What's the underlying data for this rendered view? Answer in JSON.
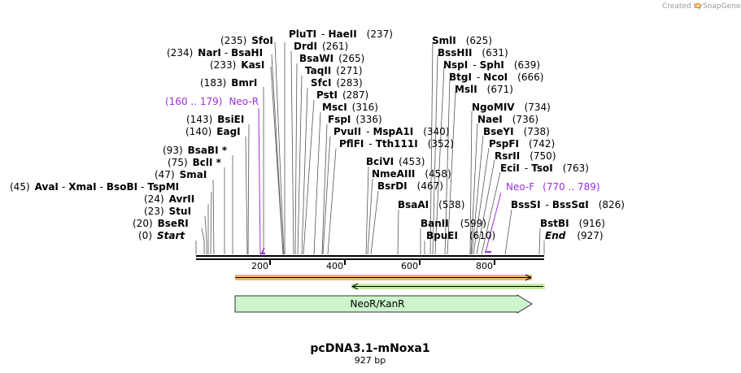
{
  "credit": {
    "text": "Created by",
    "brand": "SnapGene"
  },
  "map": {
    "name": "pcDNA3.1-mNoxa1",
    "length_label": "927 bp",
    "length": 927,
    "ticks": [
      "200",
      "400",
      "600",
      "800"
    ]
  },
  "sites": [
    {
      "pos": "(235)",
      "enzymes": [
        {
          "n": "SfoI"
        }
      ],
      "bp": 235
    },
    {
      "pos": "(234)",
      "enzymes": [
        {
          "n": "NarI"
        },
        {
          "n": "BsaHI"
        }
      ],
      "bp": 234
    },
    {
      "pos": "(233)",
      "enzymes": [
        {
          "n": "KasI"
        }
      ],
      "bp": 233
    },
    {
      "pos": "(183)",
      "enzymes": [
        {
          "n": "BmrI"
        }
      ],
      "bp": 183
    },
    {
      "pos": "(143)",
      "enzymes": [
        {
          "n": "BsiEI"
        }
      ],
      "bp": 143
    },
    {
      "pos": "(140)",
      "enzymes": [
        {
          "n": "EagI"
        }
      ],
      "bp": 140
    },
    {
      "pos": "(93)",
      "enzymes": [
        {
          "n": "BsaBI *"
        }
      ],
      "bp": 93
    },
    {
      "pos": "(75)",
      "enzymes": [
        {
          "n": "BclI *"
        }
      ],
      "bp": 75
    },
    {
      "pos": "(47)",
      "enzymes": [
        {
          "n": "SmaI"
        }
      ],
      "bp": 47
    },
    {
      "pos": "(45)",
      "enzymes": [
        {
          "n": "AvaI"
        },
        {
          "n": "XmaI"
        },
        {
          "n": "BsoBI"
        },
        {
          "n": "TspMI"
        }
      ],
      "bp": 45
    },
    {
      "pos": "(24)",
      "enzymes": [
        {
          "n": "AvrII"
        }
      ],
      "bp": 24
    },
    {
      "pos": "(23)",
      "enzymes": [
        {
          "n": "StuI"
        }
      ],
      "bp": 23
    },
    {
      "pos": "(20)",
      "enzymes": [
        {
          "n": "BseRI"
        }
      ],
      "bp": 20
    },
    {
      "pos": "(0)",
      "enzymes": [
        {
          "n": "Start",
          "italic": true
        }
      ],
      "bp": 0
    },
    {
      "pos": "(237)",
      "enzymes": [
        {
          "n": "PluTI"
        },
        {
          "n": "HaeII"
        }
      ],
      "bp": 237
    },
    {
      "pos": "(261)",
      "enzymes": [
        {
          "n": "DrdI"
        }
      ],
      "bp": 261
    },
    {
      "pos": "(265)",
      "enzymes": [
        {
          "n": "BsaWI"
        }
      ],
      "bp": 265
    },
    {
      "pos": "(271)",
      "enzymes": [
        {
          "n": "TaqII"
        }
      ],
      "bp": 271
    },
    {
      "pos": "(283)",
      "enzymes": [
        {
          "n": "SfcI"
        }
      ],
      "bp": 283
    },
    {
      "pos": "(287)",
      "enzymes": [
        {
          "n": "PstI"
        }
      ],
      "bp": 287
    },
    {
      "pos": "(316)",
      "enzymes": [
        {
          "n": "MscI"
        }
      ],
      "bp": 316
    },
    {
      "pos": "(336)",
      "enzymes": [
        {
          "n": "FspI"
        }
      ],
      "bp": 336
    },
    {
      "pos": "(340)",
      "enzymes": [
        {
          "n": "PvuII"
        },
        {
          "n": "MspA1I"
        }
      ],
      "bp": 340
    },
    {
      "pos": "(352)",
      "enzymes": [
        {
          "n": "PflFI"
        },
        {
          "n": "Tth111I"
        }
      ],
      "bp": 352
    },
    {
      "pos": "(453)",
      "enzymes": [
        {
          "n": "BciVI"
        }
      ],
      "bp": 453
    },
    {
      "pos": "(458)",
      "enzymes": [
        {
          "n": "NmeAIII"
        }
      ],
      "bp": 458
    },
    {
      "pos": "(467)",
      "enzymes": [
        {
          "n": "BsrDI"
        }
      ],
      "bp": 467
    },
    {
      "pos": "(538)",
      "enzymes": [
        {
          "n": "BsaAI"
        }
      ],
      "bp": 538
    },
    {
      "pos": "(599)",
      "enzymes": [
        {
          "n": "BanII"
        }
      ],
      "bp": 599
    },
    {
      "pos": "(610)",
      "enzymes": [
        {
          "n": "BpuEI"
        }
      ],
      "bp": 610
    },
    {
      "pos": "(625)",
      "enzymes": [
        {
          "n": "SmlI"
        }
      ],
      "bp": 625
    },
    {
      "pos": "(631)",
      "enzymes": [
        {
          "n": "BssHII"
        }
      ],
      "bp": 631
    },
    {
      "pos": "(639)",
      "enzymes": [
        {
          "n": "NspI"
        },
        {
          "n": "SphI"
        }
      ],
      "bp": 639
    },
    {
      "pos": "(666)",
      "enzymes": [
        {
          "n": "BtgI"
        },
        {
          "n": "NcoI"
        }
      ],
      "bp": 666
    },
    {
      "pos": "(671)",
      "enzymes": [
        {
          "n": "MslI"
        }
      ],
      "bp": 671
    },
    {
      "pos": "(734)",
      "enzymes": [
        {
          "n": "NgoMIV"
        }
      ],
      "bp": 734
    },
    {
      "pos": "(736)",
      "enzymes": [
        {
          "n": "NaeI"
        }
      ],
      "bp": 736
    },
    {
      "pos": "(738)",
      "enzymes": [
        {
          "n": "BseYI"
        }
      ],
      "bp": 738
    },
    {
      "pos": "(742)",
      "enzymes": [
        {
          "n": "PspFI"
        }
      ],
      "bp": 742
    },
    {
      "pos": "(750)",
      "enzymes": [
        {
          "n": "RsrII"
        }
      ],
      "bp": 750
    },
    {
      "pos": "(763)",
      "enzymes": [
        {
          "n": "EciI"
        },
        {
          "n": "TsoI"
        }
      ],
      "bp": 763
    },
    {
      "pos": "(826)",
      "enzymes": [
        {
          "n": "BssSI"
        },
        {
          "n": "BssSαI"
        }
      ],
      "bp": 826
    },
    {
      "pos": "(916)",
      "enzymes": [
        {
          "n": "BstBI"
        }
      ],
      "bp": 916
    },
    {
      "pos": "(927)",
      "enzymes": [
        {
          "n": "End",
          "italic": true
        }
      ],
      "bp": 927
    }
  ],
  "primers": [
    {
      "name": "Neo-R",
      "range": "(160 .. 179)",
      "start": 160,
      "end": 179,
      "direction": "reverse"
    },
    {
      "name": "Neo-F",
      "range": "(770 .. 789)",
      "start": 770,
      "end": 789,
      "direction": "forward"
    }
  ],
  "features": [
    {
      "name": "NeoR/KanR",
      "start": 105,
      "end": 900,
      "color": "#ccf5cc"
    }
  ],
  "colors": {
    "primer": "#9b30d9",
    "orf_forward": "#f5b169",
    "orf_reverse": "#c5f0a4",
    "feature": "#ccf5cc"
  }
}
